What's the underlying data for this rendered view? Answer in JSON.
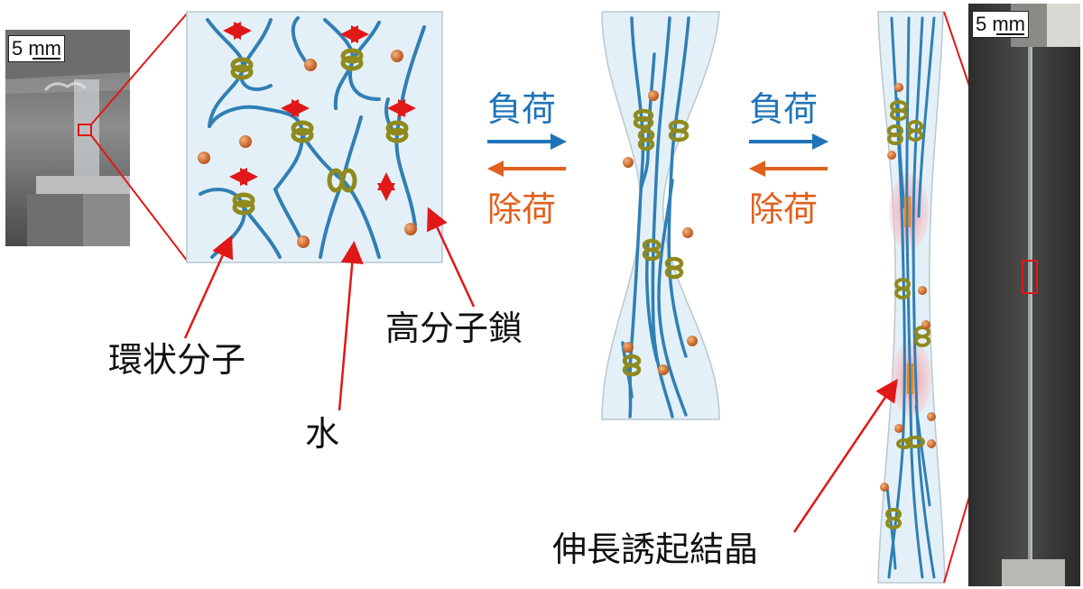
{
  "labels": {
    "cyclic_molecule": "環状分子",
    "polymer_chain": "高分子鎖",
    "water": "水",
    "strain_induced_crystallization": "伸長誘起結晶"
  },
  "arrows": {
    "load": "負荷",
    "unload": "除荷"
  },
  "scale_bars": {
    "left_photo": "5 mm",
    "right_photo": "5 mm"
  },
  "colors": {
    "chain": "#2f7fb5",
    "ring": "#8f8a1e",
    "bead": "#c8632a",
    "load_arrow": "#1f73b8",
    "unload_arrow": "#e0601e",
    "pointer": "#e01818",
    "panel_bg": "#e4f0f7",
    "crystal_glow": "#f2a0a6"
  }
}
